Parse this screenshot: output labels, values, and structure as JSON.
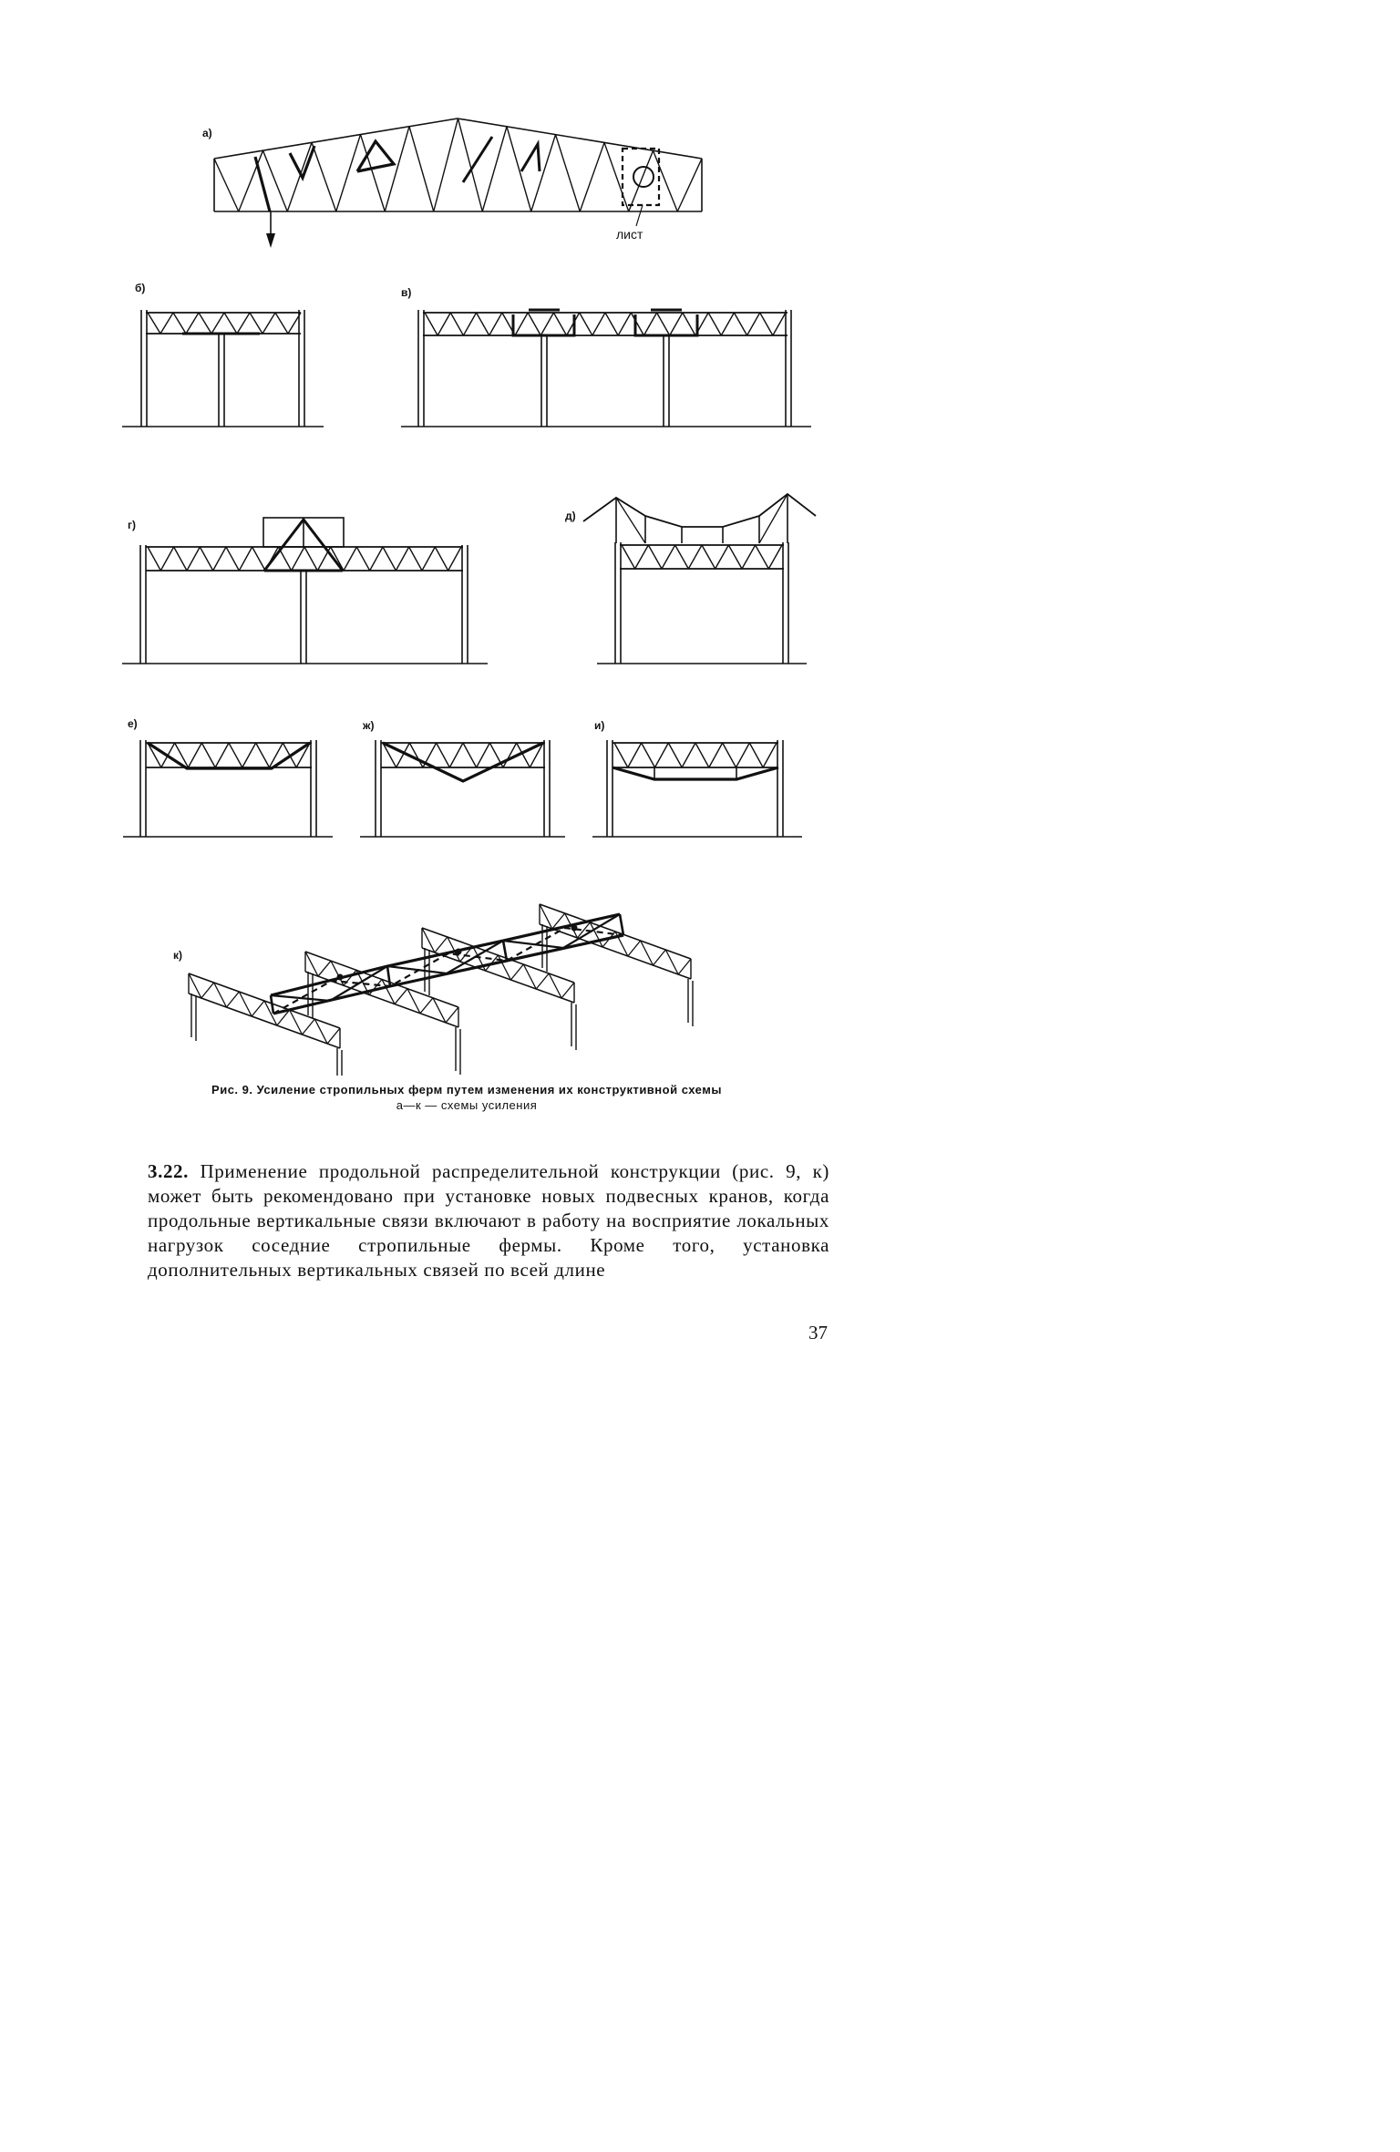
{
  "figure": {
    "labels": {
      "a": "а)",
      "b": "б)",
      "v": "в)",
      "g": "г)",
      "d": "д)",
      "e": "е)",
      "zh": "ж)",
      "i": "и)",
      "k": "к)"
    },
    "sheet_note": "лист"
  },
  "caption": {
    "main": "Рис. 9. Усиление стропильных ферм путем изменения их конструктивной схемы",
    "sub": "а—к — схемы усиления"
  },
  "body": {
    "section_number": "3.22.",
    "paragraph": "Применение продольной распределительной конструкции (рис. 9, к) может быть рекомендовано при установке новых подвесных кранов, когда продольные вертикальные связи включают в работу на восприятие локальных нагрузок соседние стропильные фермы. Кроме того, установка дополнительных вертикальных связей по всей длине"
  },
  "page_number": "37"
}
